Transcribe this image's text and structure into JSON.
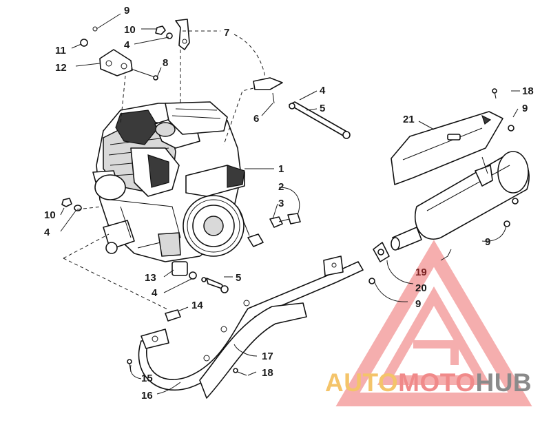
{
  "callouts": {
    "c9a": "9",
    "c10a": "10",
    "c4a": "4",
    "c11": "11",
    "c12": "12",
    "c8": "8",
    "c7": "7",
    "c4b": "4",
    "c5a": "5",
    "c6": "6",
    "c18a": "18",
    "c9b": "9",
    "c21": "21",
    "c1": "1",
    "c2": "2",
    "c3": "3",
    "c10b": "10",
    "c4c": "4",
    "c9c": "9",
    "c19": "19",
    "c20": "20",
    "c9d": "9",
    "c13": "13",
    "c5b": "5",
    "c4d": "4",
    "c14": "14",
    "c17": "17",
    "c18b": "18",
    "c15": "15",
    "c16": "16"
  },
  "watermark": {
    "part1": "AUTO",
    "part2": "MOTO",
    "part3": "HUB",
    "color_yellow": "#f4c46a",
    "color_red": "#f08a8a",
    "color_gray": "#8a8a8a"
  }
}
